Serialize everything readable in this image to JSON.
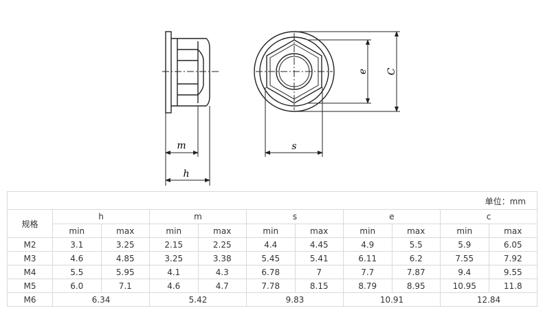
{
  "drawing": {
    "labels": {
      "m": "m",
      "h": "h",
      "s": "s",
      "e": "e",
      "c": "C"
    }
  },
  "unit_label": "单位：mm",
  "table": {
    "row_header": "规格",
    "groups": [
      "h",
      "m",
      "s",
      "e",
      "c"
    ],
    "subheaders": [
      "min",
      "max"
    ],
    "rows": [
      {
        "name": "M2",
        "values": [
          "3.1",
          "3.25",
          "2.15",
          "2.25",
          "4.4",
          "4.45",
          "4.9",
          "5.5",
          "5.9",
          "6.05"
        ]
      },
      {
        "name": "M3",
        "values": [
          "4.6",
          "4.85",
          "3.25",
          "3.38",
          "5.45",
          "5.41",
          "6.11",
          "6.2",
          "7.55",
          "7.92"
        ]
      },
      {
        "name": "M4",
        "values": [
          "5.5",
          "5.95",
          "4.1",
          "4.3",
          "6.78",
          "7",
          "7.7",
          "7.87",
          "9.4",
          "9.55"
        ]
      },
      {
        "name": "M5",
        "values": [
          "6.0",
          "7.1",
          "4.6",
          "4.7",
          "7.78",
          "8.15",
          "8.79",
          "8.95",
          "10.95",
          "11.8"
        ]
      }
    ],
    "last_row": {
      "name": "M6",
      "values": [
        "6.34",
        "5.42",
        "9.83",
        "10.91",
        "12.84"
      ]
    }
  }
}
